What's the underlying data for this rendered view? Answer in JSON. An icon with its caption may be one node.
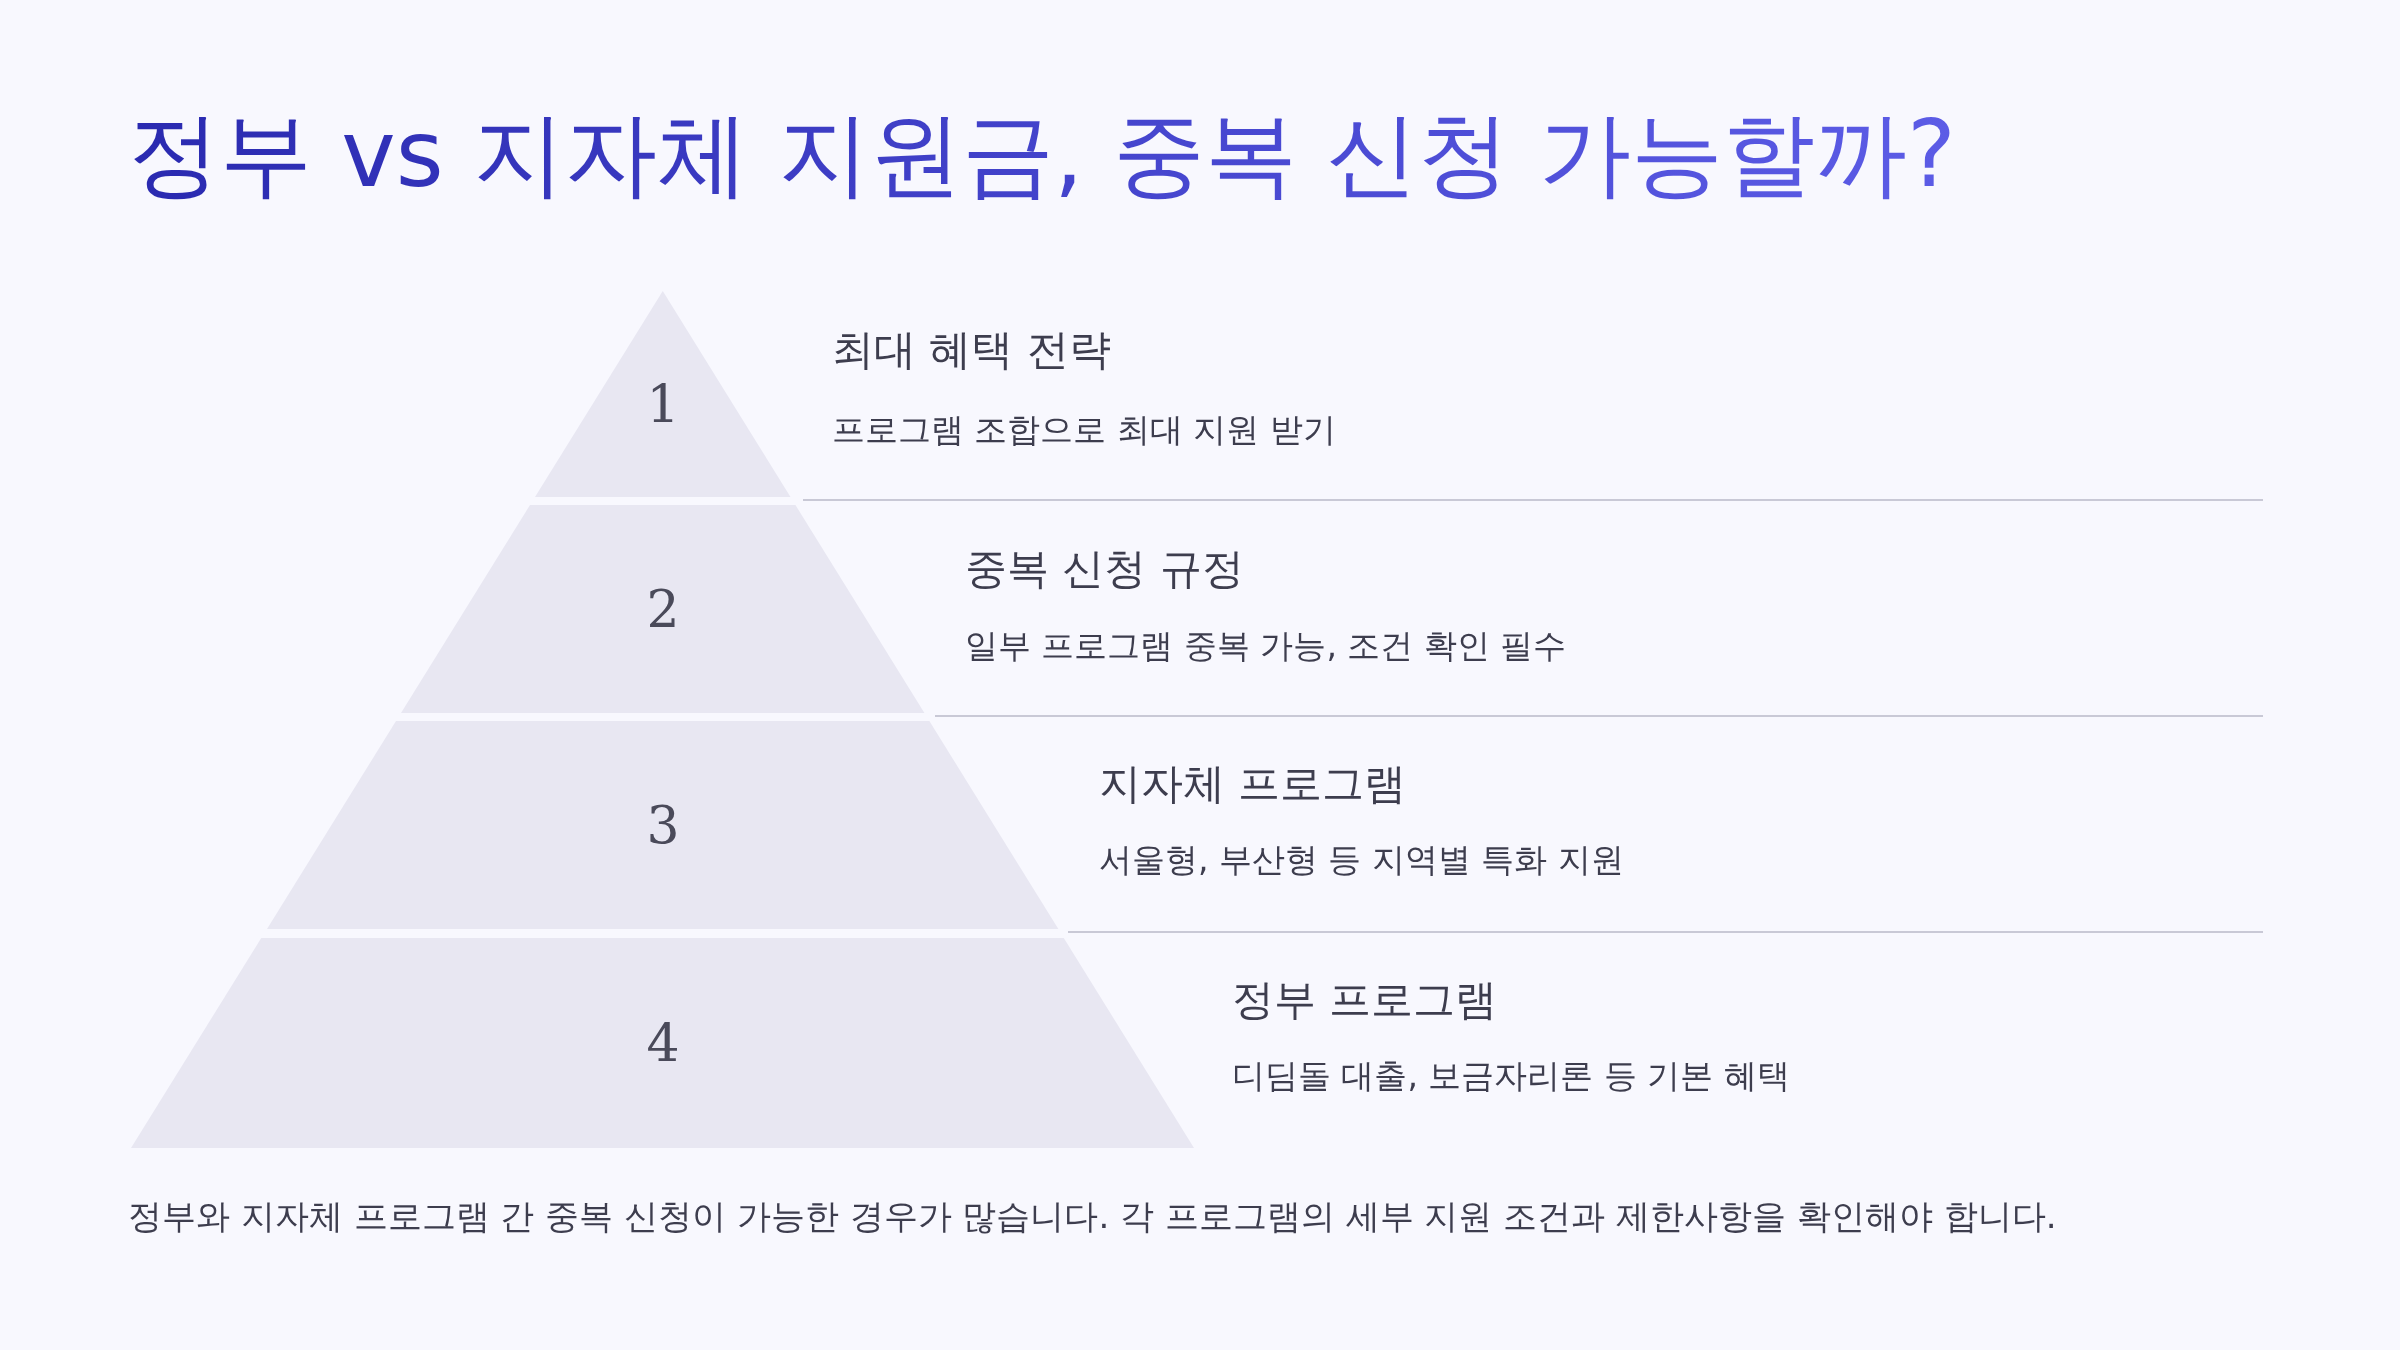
{
  "diagram": {
    "title": "정부 vs 지자체 지원금, 중복 신청 가능할까?",
    "nodes": [
      {
        "text": [
          "1"
        ],
        "beside": [
          "최대 혜택 전략",
          "프로그램 조합으로 최대 지원 받기"
        ]
      },
      {
        "text": [
          "2"
        ],
        "beside": [
          "중복 신청 규정",
          "일부 프로그램 중복 가능, 조건 확인 필수"
        ]
      },
      {
        "text": [
          "3"
        ],
        "beside": [
          "지자체 프로그램",
          "서울형, 부산형 등 지역별 특화 지원"
        ]
      },
      {
        "text": [
          "4"
        ],
        "beside": [
          "정부 프로그램",
          "디딤돌 대출, 보금자리론 등 기본 혜택"
        ]
      }
    ],
    "caption": "정부와 지자체 프로그램 간 중복 신청이 가능한 경우가 많습니다. 각 프로그램의 세부 지원 조건과 제한사항을 확인해야 합니다."
  }
}
